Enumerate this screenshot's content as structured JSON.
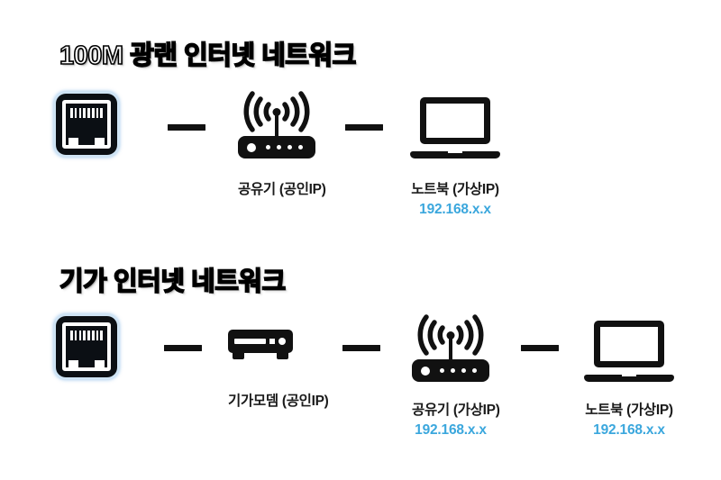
{
  "colors": {
    "background": "#ffffff",
    "icon": "#111111",
    "label": "#1b1b1b",
    "ip_accent": "#3ba7dd",
    "ethernet_glow": "#cfe4f5"
  },
  "sections": [
    {
      "title": "100M 광랜 인터넷 네트워크",
      "nodes": [
        {
          "icon": "ethernet-port-icon",
          "label": "",
          "ip": ""
        },
        {
          "icon": "router-icon",
          "label": "공유기 (공인IP)",
          "ip": ""
        },
        {
          "icon": "laptop-icon",
          "label": "노트북 (가상IP)",
          "ip": "192.168.x.x"
        }
      ],
      "connectors": [
        "dash-connector",
        "dash-connector"
      ]
    },
    {
      "title": "기가 인터넷 네트워크",
      "nodes": [
        {
          "icon": "ethernet-port-icon",
          "label": "",
          "ip": ""
        },
        {
          "icon": "modem-icon",
          "label": "기가모뎀 (공인IP)",
          "ip": ""
        },
        {
          "icon": "router-icon",
          "label": "공유기 (가상IP)",
          "ip": "192.168.x.x"
        },
        {
          "icon": "laptop-icon",
          "label": "노트북 (가상IP)",
          "ip": "192.168.x.x"
        }
      ],
      "connectors": [
        "dash-connector",
        "dash-connector",
        "dash-connector"
      ]
    }
  ]
}
